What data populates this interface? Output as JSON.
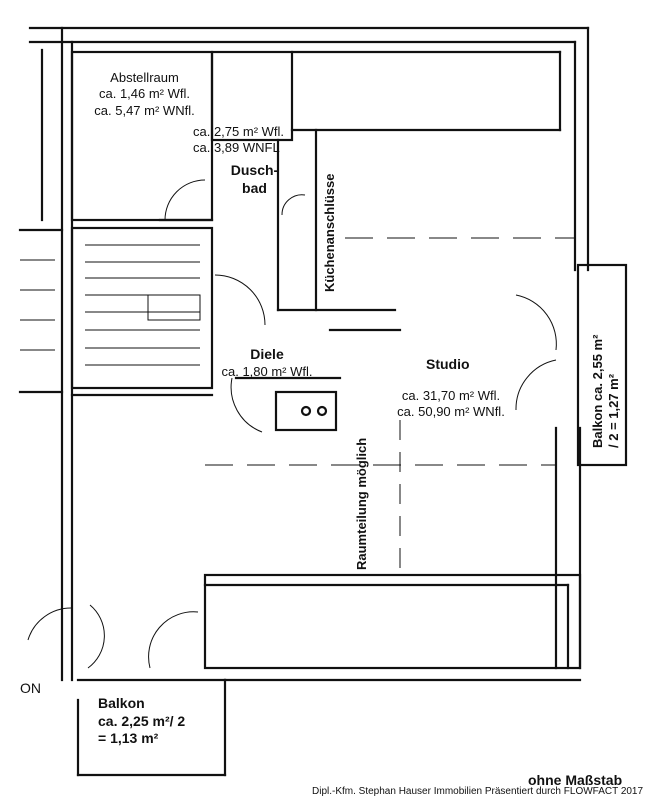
{
  "rooms": {
    "abstellraum": {
      "name": "Abstellraum",
      "wfl": "ca. 1,46 m² Wfl.",
      "wnfl": "ca. 5,47 m² WNfl."
    },
    "duschbad": {
      "wfl": "ca. 2,75 m² Wfl.",
      "wnfl": "ca. 3,89 WNFL",
      "name_line1": "Dusch-",
      "name_line2": "bad"
    },
    "diele": {
      "name": "Diele",
      "wfl": "ca. 1,80 m² Wfl."
    },
    "studio": {
      "name": "Studio",
      "wfl": "ca. 31,70 m² Wfl.",
      "wnfl": "ca. 50,90 m² WNfl."
    },
    "balkon_bottom": {
      "name": "Balkon",
      "area": "ca. 2,25 m²/ 2",
      "result": "= 1,13 m²"
    },
    "balkon_right": {
      "line1": "Balkon ca. 2,55 m²",
      "line2": "/ 2 = 1,27 m²"
    }
  },
  "annotations": {
    "kuechenanschluesse": "Küchenanschlüsse",
    "raumteilung": "Raumteilung möglich",
    "north": "ON",
    "scale_note": "ohne Maßstab",
    "footer": "Dipl.-Kfm. Stephan Hauser Immobilien Präsentiert durch FLOWFACT 2017"
  }
}
